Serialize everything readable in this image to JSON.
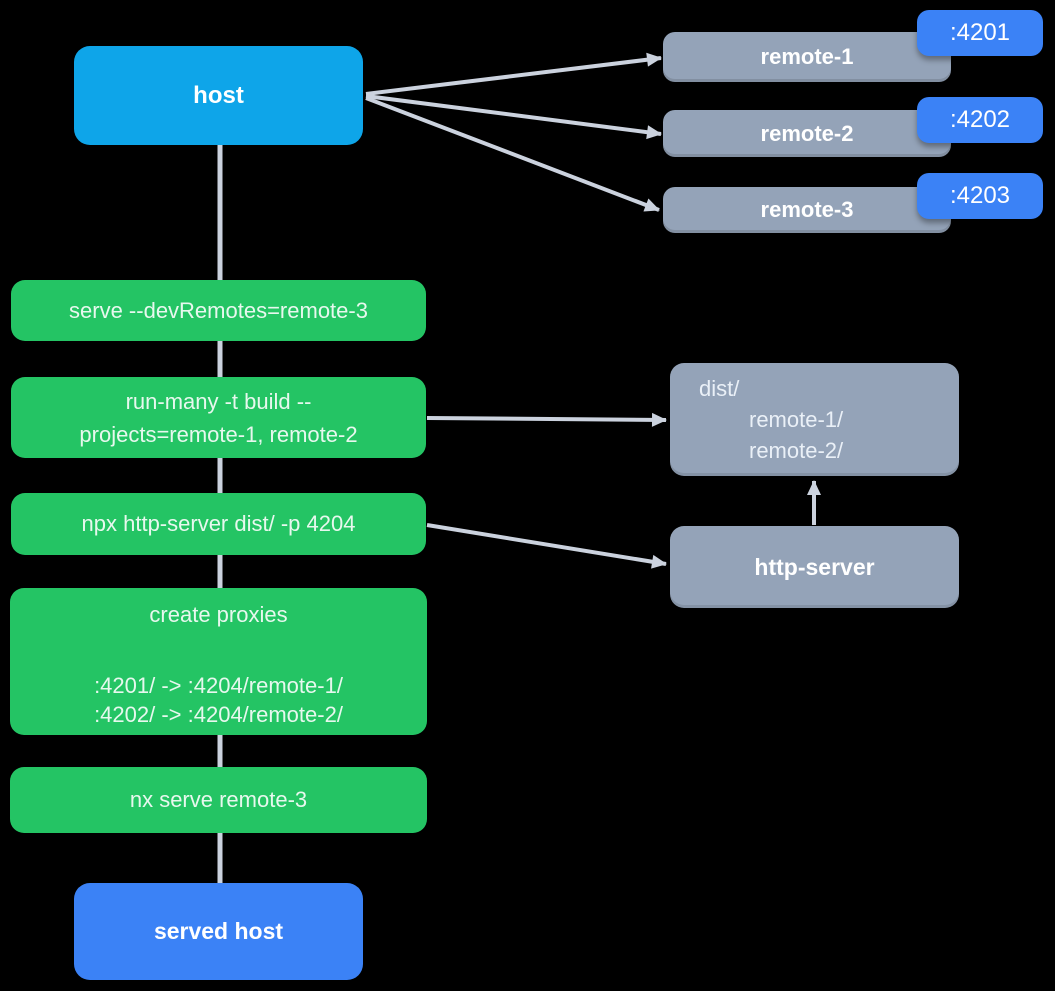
{
  "colors": {
    "background": "#000000",
    "host-fill": "#0EA5E9",
    "port-fill": "#3B82F6",
    "node-fill": "#94A3B8",
    "step-fill": "#24C464",
    "connector": "#CBD2DE"
  },
  "host": {
    "label": "host"
  },
  "remotes": [
    {
      "label": "remote-1",
      "port": ":4201"
    },
    {
      "label": "remote-2",
      "port": ":4202"
    },
    {
      "label": "remote-3",
      "port": ":4203"
    }
  ],
  "steps": {
    "serve": {
      "command": "serve --devRemotes=remote-3"
    },
    "run_many": {
      "line1": "run-many -t build --",
      "line2": "projects=remote-1, remote-2"
    },
    "http_server_cmd": {
      "command": "npx http-server dist/ -p 4204"
    },
    "create_proxies": {
      "title": "create proxies",
      "proxy1": ":4201/ -> :4204/remote-1/",
      "proxy2": ":4202/ -> :4204/remote-2/"
    },
    "nx_serve": {
      "command": "nx serve remote-3"
    }
  },
  "dist": {
    "root": "dist/",
    "entries": [
      "remote-1/",
      "remote-2/"
    ]
  },
  "http_server": {
    "label": "http-server"
  },
  "served_host": {
    "label": "served host"
  }
}
